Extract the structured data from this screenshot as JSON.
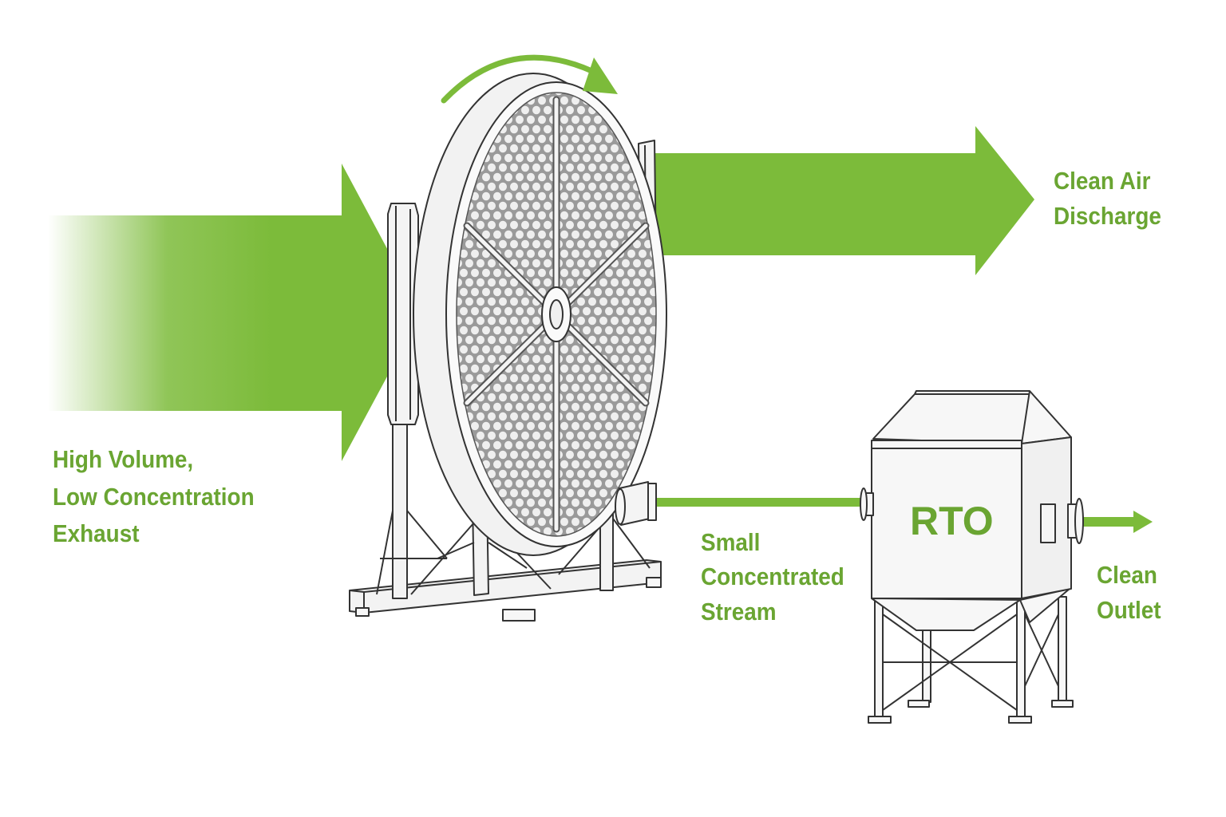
{
  "colors": {
    "flow_green": "#7cbb3a",
    "label_green": "#6aa532",
    "equipment_line": "#333333",
    "media_gray": "#8d8d8d",
    "background": "#ffffff"
  },
  "labels": {
    "inlet": [
      "High Volume,",
      "Low Concentration",
      "Exhaust"
    ],
    "clean_air": [
      "Clean Air",
      "Discharge"
    ],
    "concentrated": [
      "Small",
      "Concentrated",
      "Stream"
    ],
    "rto": "RTO",
    "clean_outlet": [
      "Clean",
      "Outlet"
    ]
  },
  "icons": {
    "rotation": "curved-rotation-arrow-icon",
    "rotor_media": "honeycomb-adsorption-media"
  }
}
